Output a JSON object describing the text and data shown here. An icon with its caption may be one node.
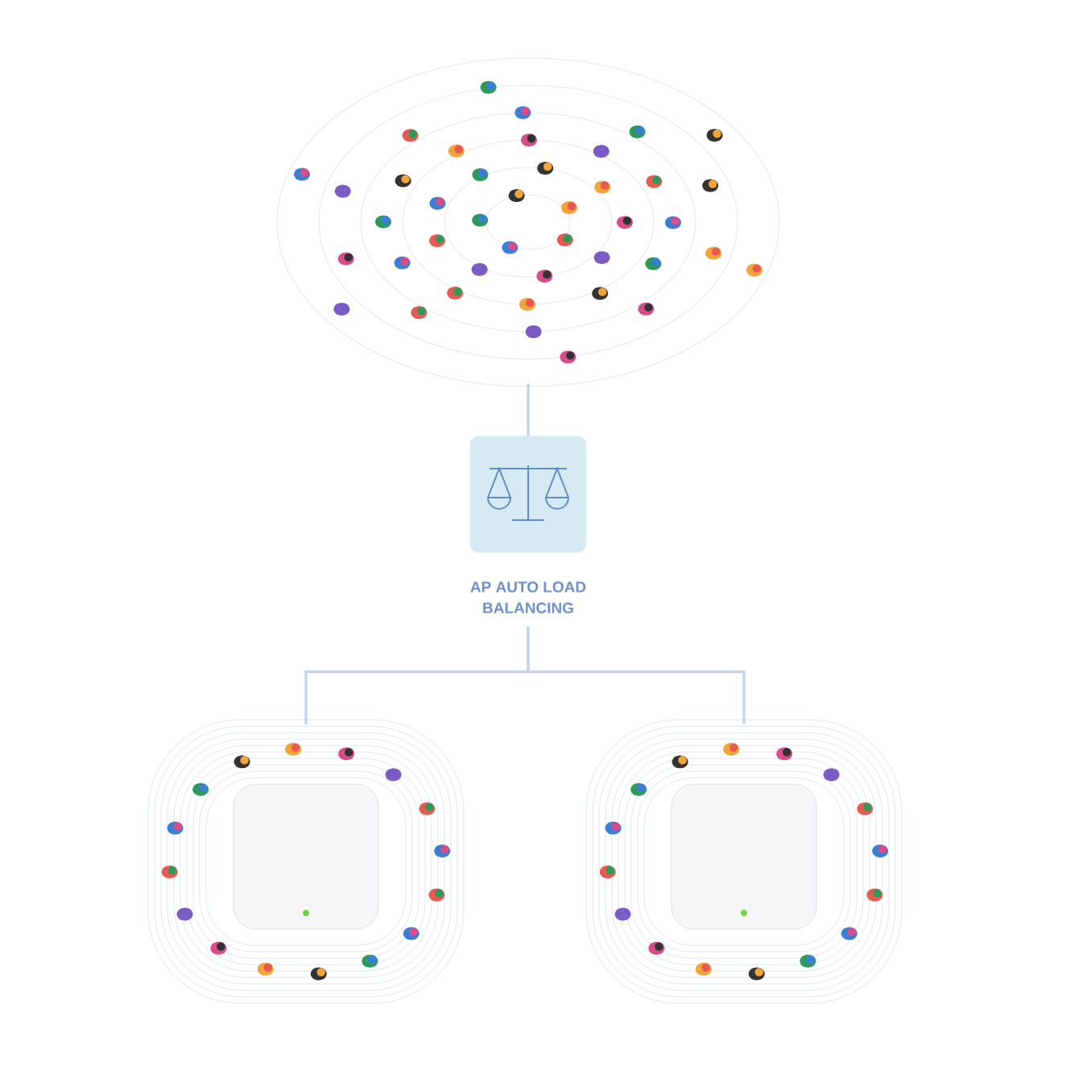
{
  "diagram": {
    "nodes": [
      {
        "text": [],
        "shape": "picture"
      },
      {
        "text": [
          "AP AUTO LOAD BALANCING"
        ]
      },
      {
        "text": [],
        "shape": "picture"
      },
      {
        "text": [],
        "shape": "picture"
      }
    ],
    "edges": [
      {
        "from": 0,
        "to": 1,
        "arrow": "none"
      },
      {
        "from": 1,
        "to": 2,
        "arrow": "none"
      },
      {
        "from": 1,
        "to": 3,
        "arrow": "none"
      }
    ]
  }
}
